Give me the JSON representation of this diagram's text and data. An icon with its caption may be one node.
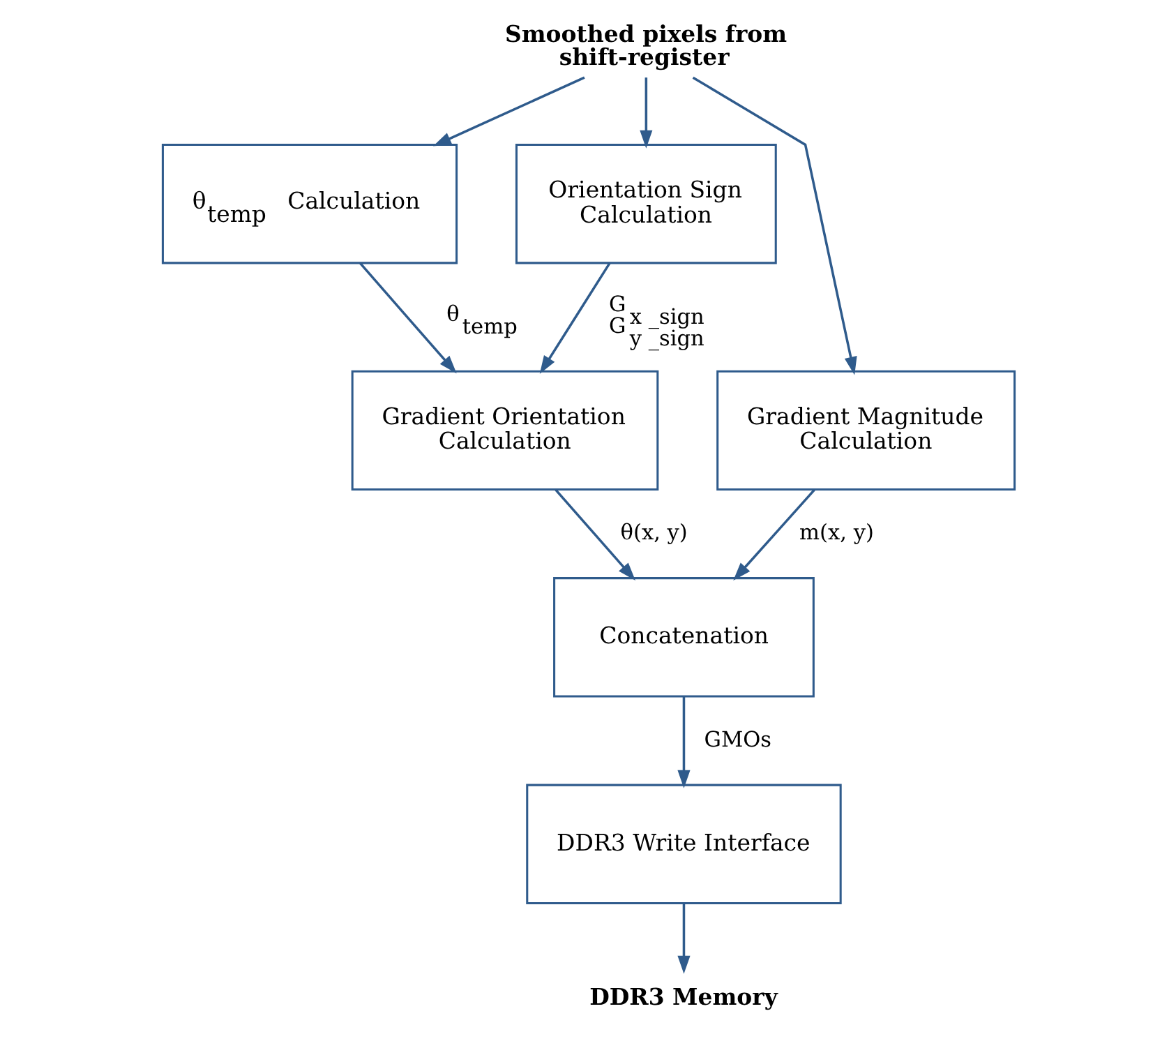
{
  "diagram": {
    "nodes": [
      {
        "text": [
          "Smoothed pixels from shift-register"
        ]
      },
      {
        "text": [
          "θ$_{temp}$ Calculation"
        ]
      },
      {
        "text": [
          "Orientation Sign Calculation"
        ]
      },
      {
        "text": [
          "Gradient Magnitude Calculation"
        ]
      },
      {
        "text": [
          "Gradient Orientation Calculation"
        ]
      },
      {
        "text": [
          "Concatenation"
        ]
      },
      {
        "text": [
          "DDR3 Write Interface"
        ]
      },
      {
        "text": [
          "DDR3 Memory"
        ]
      }
    ],
    "edges": [
      {
        "from": 0,
        "to": 1,
        "arrow": "to"
      },
      {
        "from": 0,
        "to": 2,
        "arrow": "to"
      },
      {
        "from": 0,
        "to": 3,
        "arrow": "to"
      },
      {
        "from": 1,
        "to": 4,
        "arrow": "to",
        "label": "θ$_{temp}$"
      },
      {
        "from": 2,
        "to": 4,
        "arrow": "to",
        "label": "G$_{x _sign}$ G$_{y _sign}$"
      },
      {
        "from": 4,
        "to": 5,
        "arrow": "to",
        "label": "θ(x, y)"
      },
      {
        "from": 3,
        "to": 5,
        "arrow": "to",
        "label": "m(x, y)"
      },
      {
        "from": 5,
        "to": 6,
        "arrow": "to",
        "label": "GMOs"
      },
      {
        "from": 6,
        "to": 7,
        "arrow": "to"
      }
    ]
  }
}
